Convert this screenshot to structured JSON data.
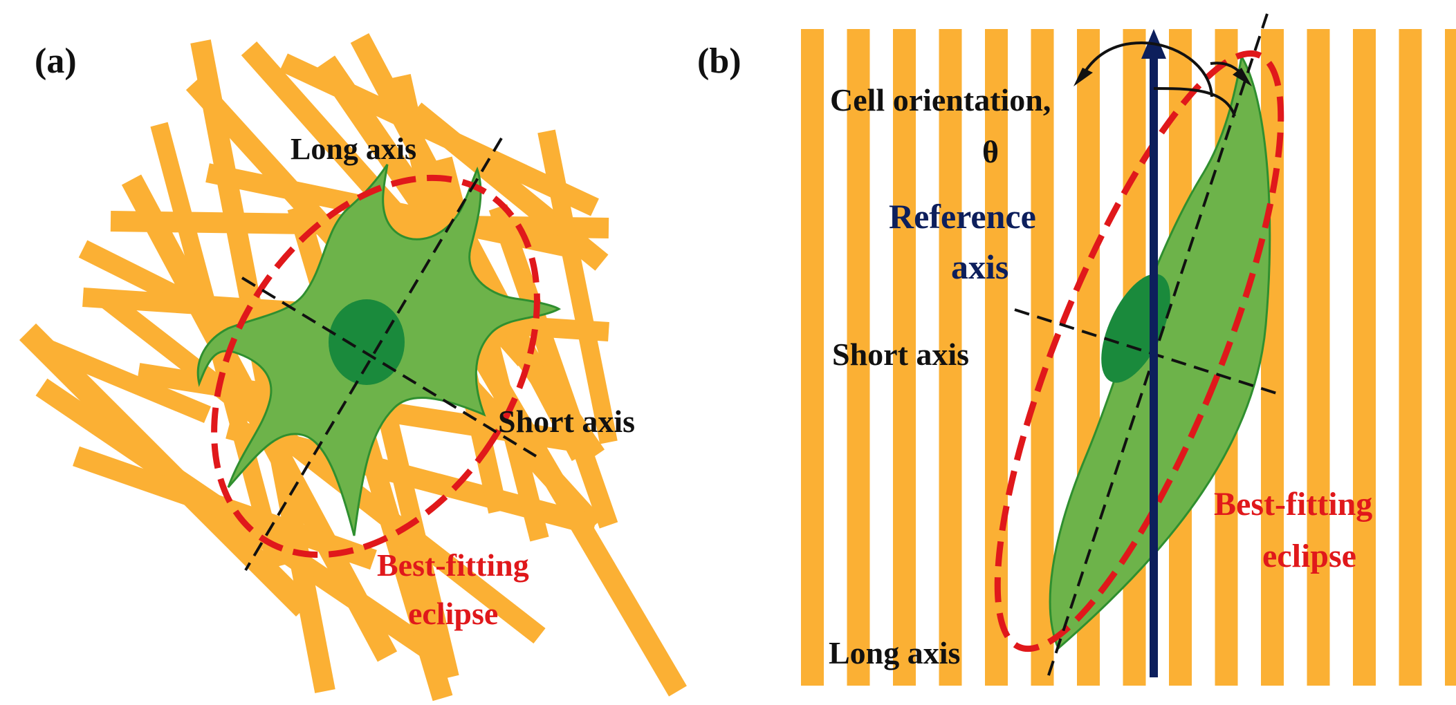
{
  "panel_a": {
    "tag": "(a)",
    "long_axis": "Long axis",
    "short_axis": "Short axis",
    "ellipse_line1": "Best-fitting",
    "ellipse_line2": "eclipse"
  },
  "panel_b": {
    "tag": "(b)",
    "orientation_line1": "Cell orientation,",
    "orientation_line2": "θ",
    "reference_line1": "Reference",
    "reference_line2": "axis",
    "short_axis": "Short axis",
    "long_axis": "Long axis",
    "ellipse_line1": "Best-fitting",
    "ellipse_line2": "eclipse"
  },
  "colors": {
    "fiber": "#fbb034",
    "cell": "#6db34a",
    "cell_outline": "#2f8f2f",
    "nucleus": "#1a8a3c",
    "ellipse": "#e0181b",
    "reference_arrow": "#0d1f5c",
    "axis_line": "#111111",
    "label": "#111111"
  }
}
